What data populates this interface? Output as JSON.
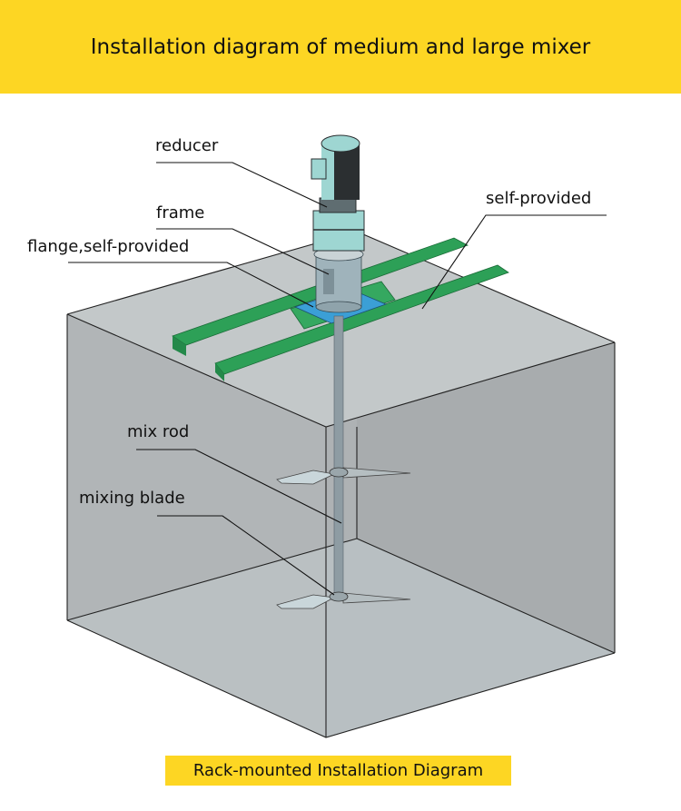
{
  "header": {
    "title": "Installation diagram of medium and large mixer"
  },
  "labels": {
    "reducer": "reducer",
    "frame": "frame",
    "flange": "flange,self-provided",
    "self_provided": "self-provided",
    "mix_rod": "mix rod",
    "mixing_blade": "mixing blade"
  },
  "caption": "Rack-mounted Installation Diagram",
  "colors": {
    "banner_yellow": "#FDD623",
    "tank_left_face": "#B4B9BB",
    "tank_right_face": "#A9AEB0",
    "tank_top_face": "#C3C8C9",
    "tank_floor": "#C7D0D3",
    "channel_green": "#2DA057",
    "flange_blue": "#3B9FD6",
    "motor_teal": "#9ED6D2",
    "motor_dark": "#2B2F31",
    "shaft_gray": "#8E9CA3"
  }
}
